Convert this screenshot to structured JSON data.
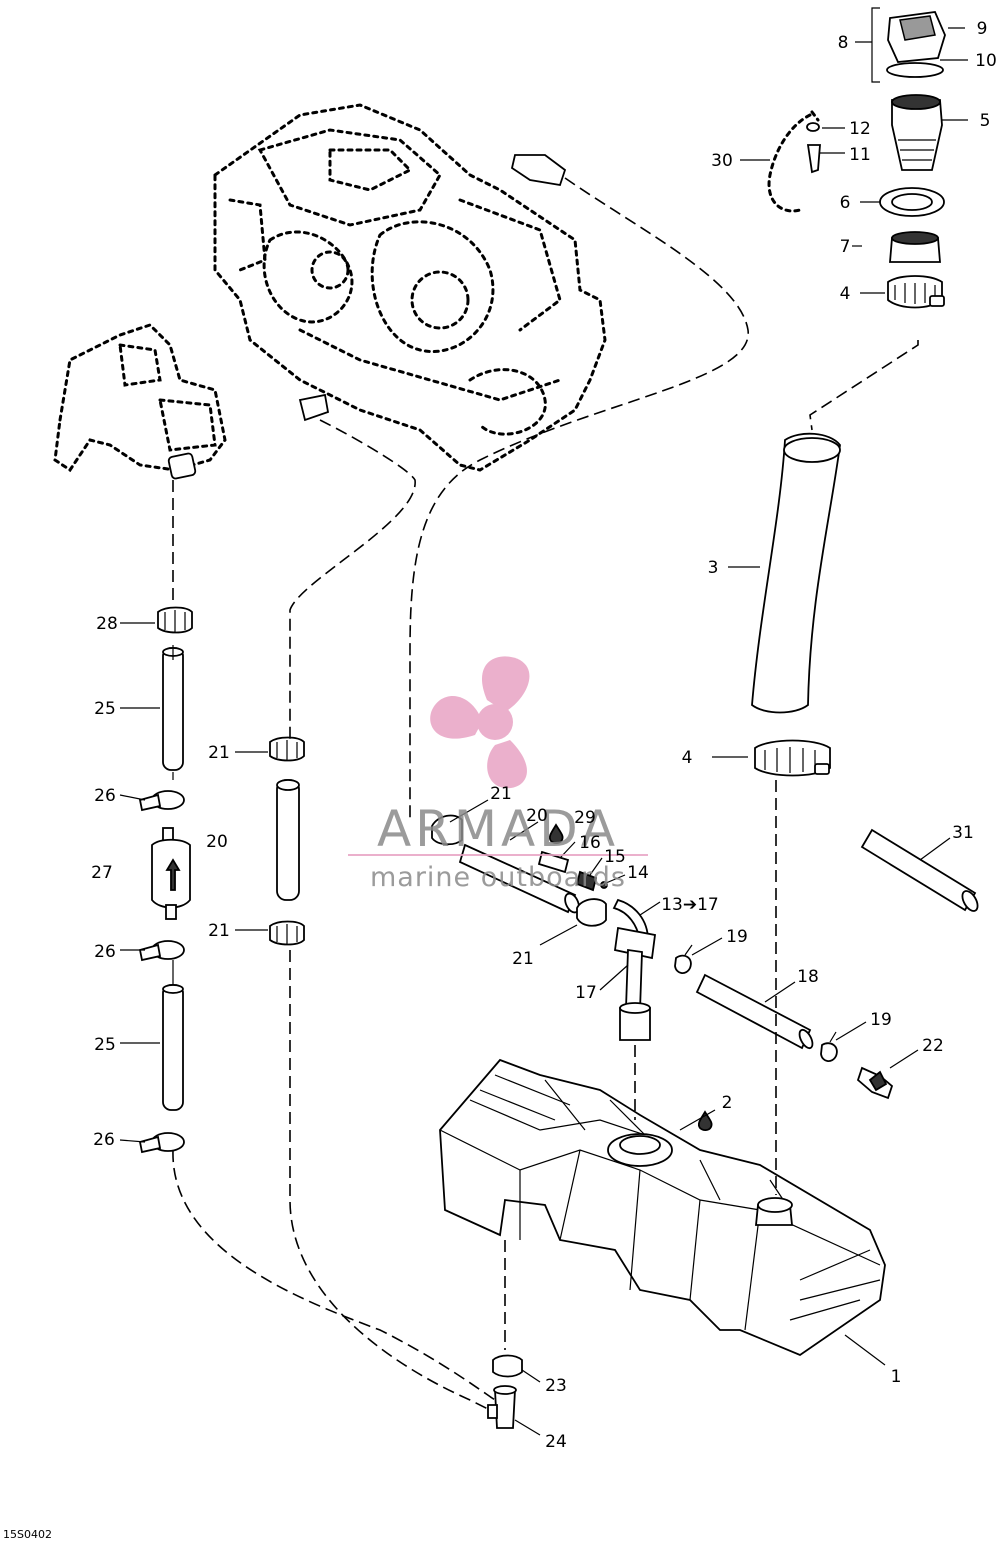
{
  "diagram": {
    "reference_code": "15S0402",
    "callouts": [
      {
        "id": "c1",
        "text": "1"
      },
      {
        "id": "c2",
        "text": "2"
      },
      {
        "id": "c3",
        "text": "3"
      },
      {
        "id": "c4a",
        "text": "4"
      },
      {
        "id": "c4b",
        "text": "4"
      },
      {
        "id": "c5",
        "text": "5"
      },
      {
        "id": "c6",
        "text": "6"
      },
      {
        "id": "c7",
        "text": "7"
      },
      {
        "id": "c8",
        "text": "8"
      },
      {
        "id": "c9",
        "text": "9"
      },
      {
        "id": "c10",
        "text": "10"
      },
      {
        "id": "c11",
        "text": "11"
      },
      {
        "id": "c12",
        "text": "12"
      },
      {
        "id": "c13",
        "text": "13➔17"
      },
      {
        "id": "c14",
        "text": "14"
      },
      {
        "id": "c15",
        "text": "15"
      },
      {
        "id": "c16",
        "text": "16"
      },
      {
        "id": "c17",
        "text": "17"
      },
      {
        "id": "c18",
        "text": "18"
      },
      {
        "id": "c19a",
        "text": "19"
      },
      {
        "id": "c19b",
        "text": "19"
      },
      {
        "id": "c20a",
        "text": "20"
      },
      {
        "id": "c20b",
        "text": "20"
      },
      {
        "id": "c21a",
        "text": "21"
      },
      {
        "id": "c21b",
        "text": "21"
      },
      {
        "id": "c21c",
        "text": "21"
      },
      {
        "id": "c21d",
        "text": "21"
      },
      {
        "id": "c22",
        "text": "22"
      },
      {
        "id": "c23",
        "text": "23"
      },
      {
        "id": "c24",
        "text": "24"
      },
      {
        "id": "c25a",
        "text": "25"
      },
      {
        "id": "c25b",
        "text": "25"
      },
      {
        "id": "c26a",
        "text": "26"
      },
      {
        "id": "c26b",
        "text": "26"
      },
      {
        "id": "c26c",
        "text": "26"
      },
      {
        "id": "c27",
        "text": "27"
      },
      {
        "id": "c28",
        "text": "28"
      },
      {
        "id": "c29",
        "text": "29"
      },
      {
        "id": "c30",
        "text": "30"
      },
      {
        "id": "c31",
        "text": "31"
      }
    ]
  },
  "watermark": {
    "brand": "ARMADA",
    "tagline": "marine outboards",
    "logo_icon": "propeller-icon",
    "logo_color": "#e8a3c4"
  }
}
